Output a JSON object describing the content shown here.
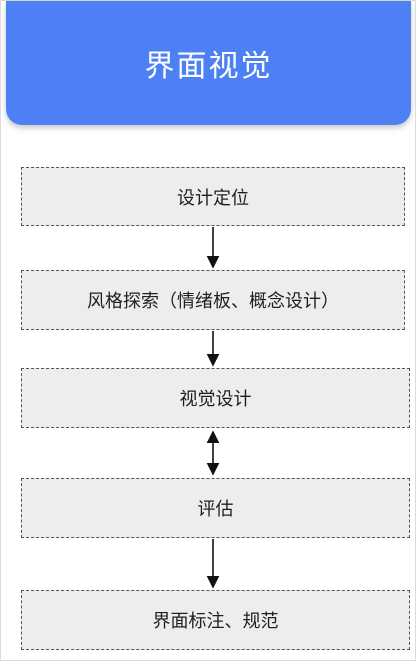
{
  "header": {
    "title": "界面视觉",
    "color": "#4d80f5"
  },
  "steps": [
    {
      "label": "设计定位"
    },
    {
      "label": "风格探索（情绪板、概念设计）"
    },
    {
      "label": "视觉设计"
    },
    {
      "label": "评估"
    },
    {
      "label": "界面标注、规范"
    }
  ],
  "connectors": [
    {
      "from": "设计定位",
      "to": "风格探索（情绪板、概念设计）",
      "direction": "forward"
    },
    {
      "from": "风格探索（情绪板、概念设计）",
      "to": "视觉设计",
      "direction": "forward"
    },
    {
      "from": "视觉设计",
      "to": "评估",
      "direction": "both"
    },
    {
      "from": "评估",
      "to": "界面标注、规范",
      "direction": "forward"
    }
  ]
}
